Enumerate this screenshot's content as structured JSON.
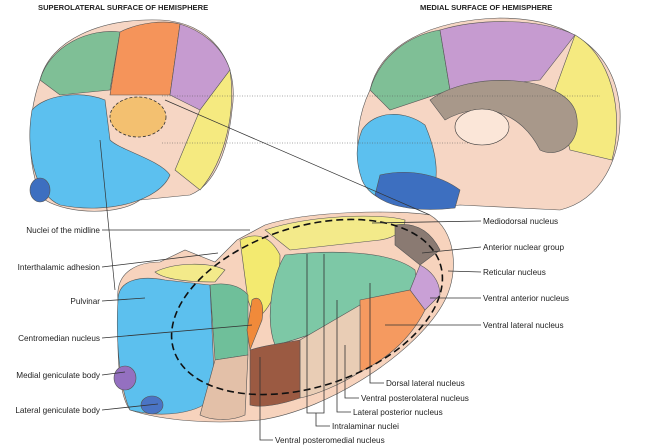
{
  "titles": {
    "lateral": "SUPEROLATERAL SURFACE OF HEMISPHERE",
    "medial": "MEDIAL SURFACE OF HEMISPHERE"
  },
  "labels_left": [
    "Nuclei of the midline",
    "Interthalamic adhesion",
    "Pulvinar",
    "Centromedian nucleus",
    "Medial geniculate body",
    "Lateral geniculate body"
  ],
  "labels_right": [
    "Mediodorsal nucleus",
    "Anterior nuclear group",
    "Reticular nucleus",
    "Ventral anterior nucleus",
    "Ventral lateral nucleus"
  ],
  "labels_bottom": [
    "Dorsal lateral nucleus",
    "Ventral posterolateral nucleus",
    "Lateral posterior nucleus",
    "Intralaminar nuclei",
    "Ventral posteromedial nucleus"
  ],
  "colors": {
    "pulvinar": "#5bc0ee",
    "mediodorsal": "#f3ea8a",
    "lateral_group": "#6fbf9a",
    "anterior": "#8a7a72",
    "ventral_anterior": "#c9a0d6",
    "ventral_lateral": "#f59a60",
    "vpl": "#e9cdb5",
    "vpm": "#9b5a42",
    "reticular": "#f7d3bd",
    "geniculate": "#8070c0"
  }
}
